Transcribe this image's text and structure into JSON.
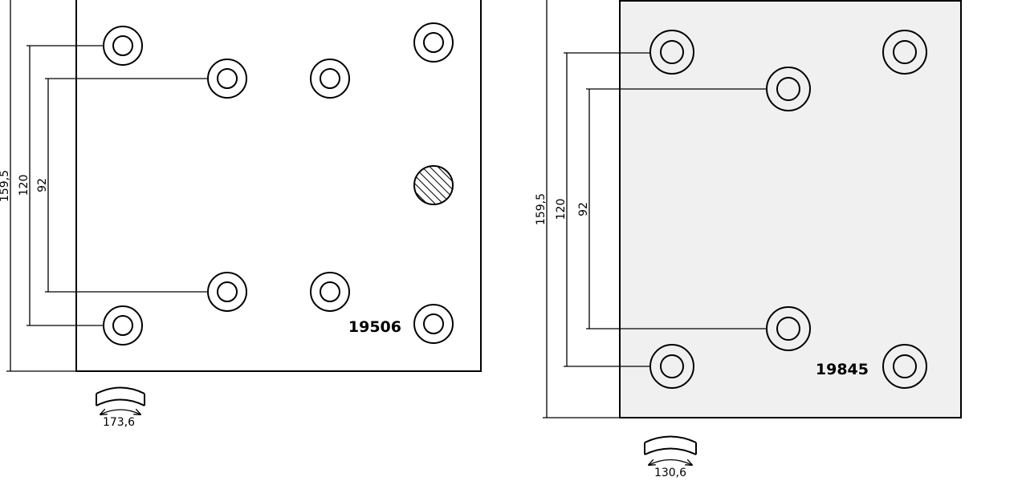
{
  "colors": {
    "stroke": "#000000",
    "plate_left_fill": "#ffffff",
    "plate_right_fill": "#f0f0f0",
    "background": "#ffffff"
  },
  "left_pad": {
    "part_number": "19506",
    "dim_overall": "159,5",
    "dim_outer": "120",
    "dim_inner": "92",
    "arc_width": "173,6"
  },
  "right_pad": {
    "part_number": "19845",
    "dim_overall": "159,5",
    "dim_outer": "120",
    "dim_inner": "92",
    "arc_width": "130,6"
  }
}
